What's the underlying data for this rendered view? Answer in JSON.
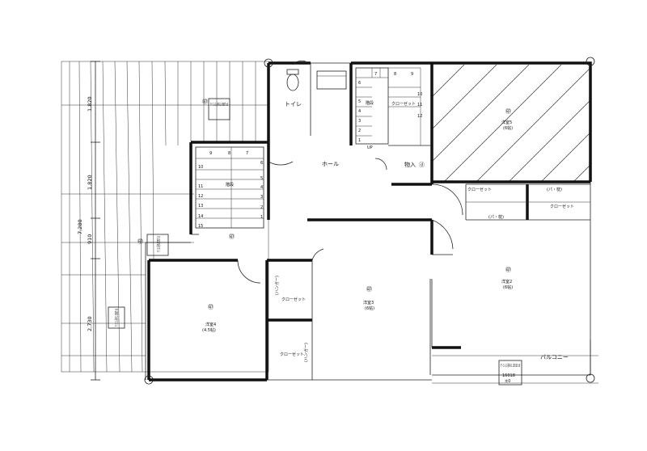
{
  "rooms": {
    "toilet": "トイレ",
    "hall": "ホール",
    "stairs_upper": "階段",
    "stairs_left": "階段",
    "closet_upper": "クローゼット",
    "storage": "物入",
    "storage_mark": "ⓓ",
    "up_mark": "UP",
    "western5_name": "洋室5",
    "western5_size": "(6帖)",
    "western2_name": "洋室2",
    "western2_size": "(6帖)",
    "western3_name": "洋室3",
    "western3_size": "(6帖)",
    "western4_name": "洋室4",
    "western4_size": "(4.5帖)",
    "balcony": "バルコニー",
    "closet_a": "クローゼット",
    "closet_b": "クローゼット",
    "closet_c": "クローゼット",
    "closet_d": "クローゼット",
    "pipe_space_1": "(パ・枕)",
    "pipe_space_2": "(パ・枕)",
    "hanger_1": "(ハンガー)",
    "hanger_2": "(ハンガー)"
  },
  "dimensions": {
    "d1": "1,820",
    "d2": "1,820",
    "d3": "910",
    "d4": "2,730",
    "total": "7,280"
  },
  "stair_upper_numbers": [
    "7",
    "8",
    "9",
    "6",
    "10",
    "5",
    "11",
    "4",
    "12",
    "3",
    "2",
    "1"
  ],
  "stair_left_numbers": [
    "9",
    "8",
    "7",
    "6",
    "10",
    "5",
    "11",
    "4",
    "12",
    "3",
    "13",
    "2",
    "14",
    "1",
    "15"
  ],
  "tags": {
    "t1": "チ-ミ-1-1 耐45-1 8380T ±0",
    "t2": "チ-ミ-1-1 耐45-1 8380T ±0",
    "t3": "チ-ミ-1-1 耐45-1 8380T ±0",
    "t4": "チ-ミ-1-1 耐45-1 18018 ±0",
    "t4b": "16018",
    "t4c": "±0"
  },
  "room_symbol": "㊞"
}
